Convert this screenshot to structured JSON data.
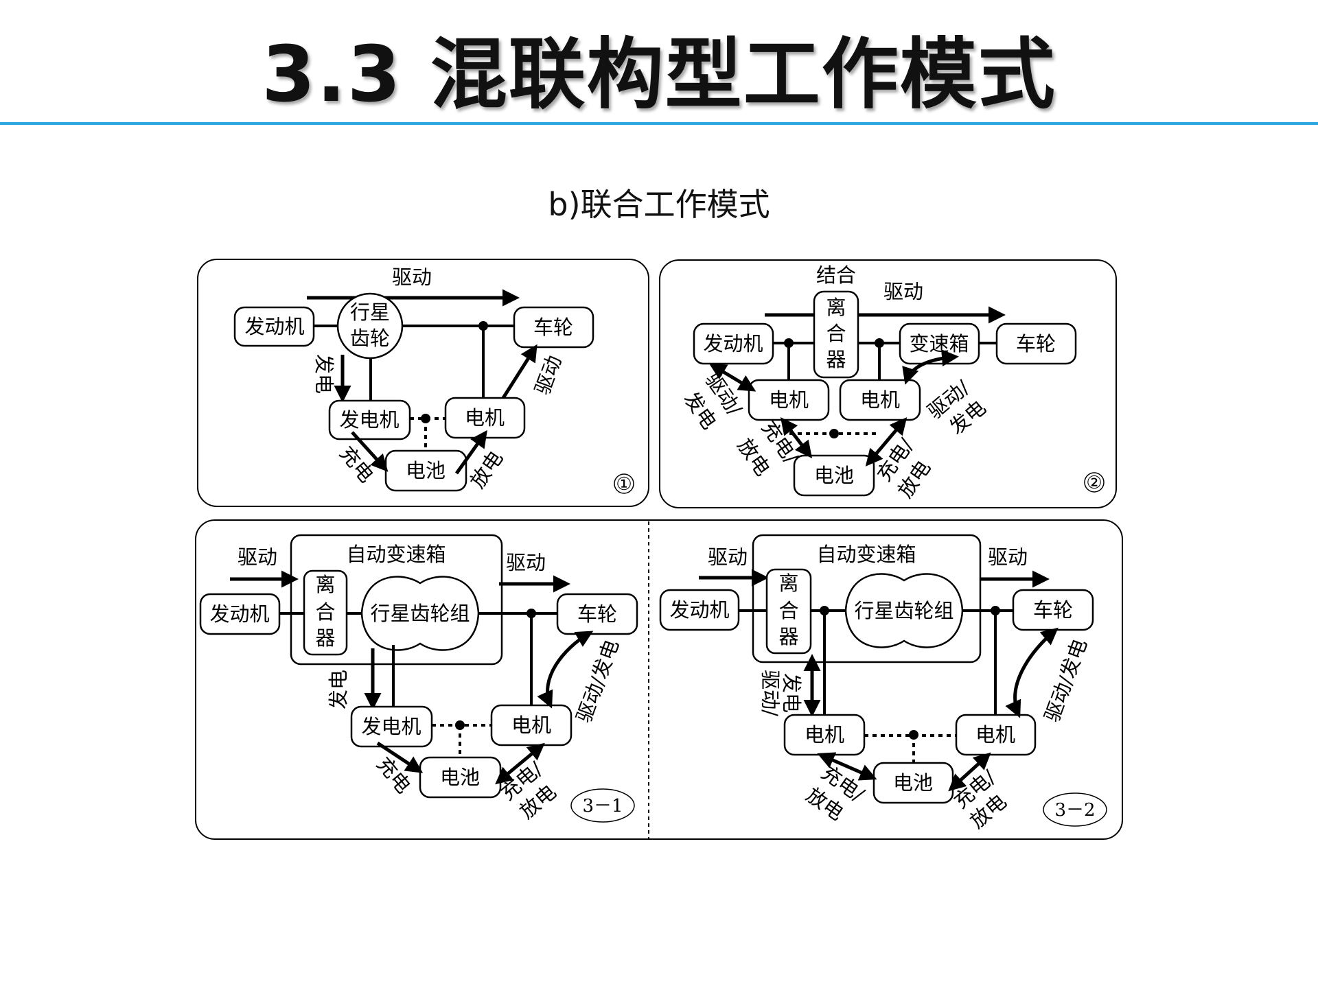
{
  "slide": {
    "title": "3.3 混联构型工作模式",
    "subtitle": "b)联合工作模式"
  },
  "panel1": {
    "drive_top": "驱动",
    "engine": "发动机",
    "planetary_line1": "行星",
    "planetary_line2": "齿轮",
    "wheel": "车轮",
    "generate": "发电",
    "generator": "发电机",
    "motor": "电机",
    "drive_side": "驱动",
    "battery": "电池",
    "charge": "充电",
    "discharge": "放电",
    "badge": "①"
  },
  "panel2": {
    "engage": "结合",
    "drive_top": "驱动",
    "clutch_c1": "离",
    "clutch_c2": "合",
    "clutch_c3": "器",
    "engine": "发动机",
    "gearbox": "变速箱",
    "wheel": "车轮",
    "motor_left": "电机",
    "motor_right": "电机",
    "battery": "电池",
    "left_dg_1": "驱动/",
    "left_dg_2": "发电",
    "left_cd_1": "充电/",
    "left_cd_2": "放电",
    "right_dg_1": "驱动/",
    "right_dg_2": "发电",
    "right_cd_1": "充电/",
    "right_cd_2": "放电",
    "badge": "②"
  },
  "panel31": {
    "drive_left": "驱动",
    "auto_gearbox": "自动变速箱",
    "drive_right": "驱动",
    "engine": "发动机",
    "clutch_c1": "离",
    "clutch_c2": "合",
    "clutch_c3": "器",
    "planetary_set": "行星齿轮组",
    "wheel": "车轮",
    "generate": "发电",
    "generator": "发电机",
    "motor": "电机",
    "drive_gen": "驱动/发电",
    "battery": "电池",
    "charge": "充电",
    "cd_1": "充电/",
    "cd_2": "放电",
    "badge": "3－1"
  },
  "panel32": {
    "drive_left": "驱动",
    "auto_gearbox": "自动变速箱",
    "drive_right": "驱动",
    "engine": "发动机",
    "clutch_c1": "离",
    "clutch_c2": "合",
    "clutch_c3": "器",
    "planetary_set": "行星齿轮组",
    "wheel": "车轮",
    "motor_left": "电机",
    "motor_right": "电机",
    "battery": "电池",
    "left_dg_1": "驱动/",
    "left_dg_2": "发电",
    "right_dg": "驱动/发电",
    "left_cd_1": "充电/",
    "left_cd_2": "放电",
    "right_cd_1": "充电/",
    "right_cd_2": "放电",
    "badge": "3－2"
  }
}
